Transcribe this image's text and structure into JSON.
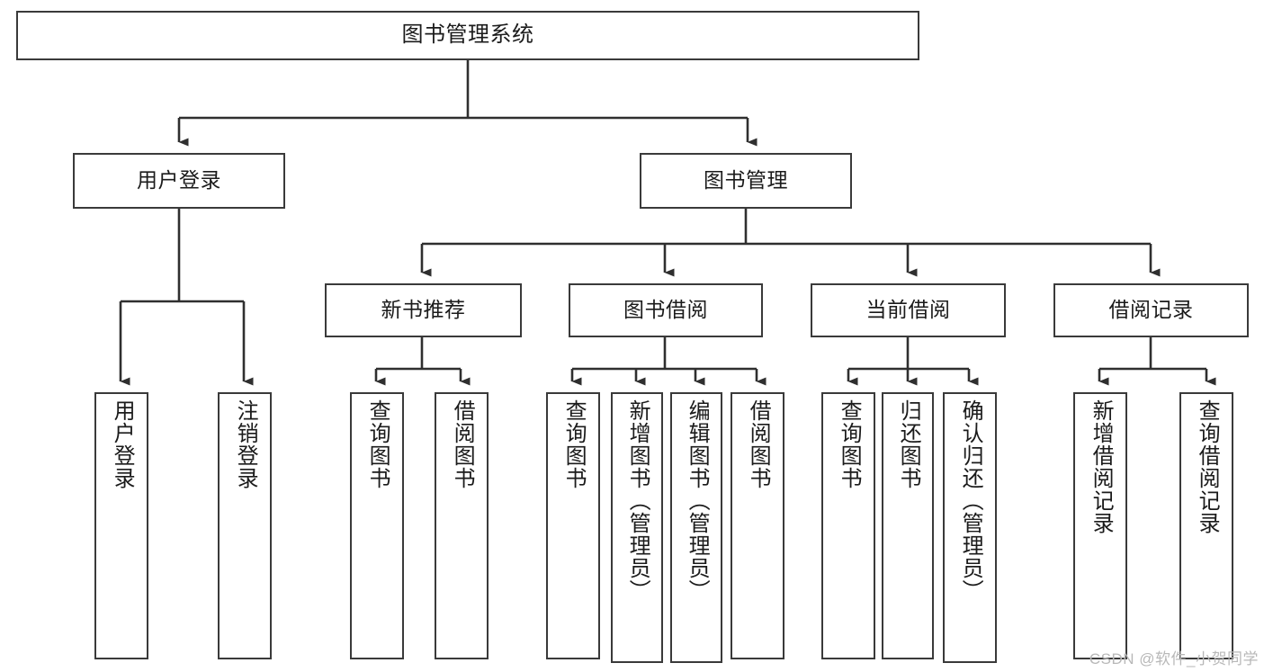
{
  "diagram": {
    "title": "图书管理系统",
    "type": "hierarchy-tree",
    "watermark": "CSDN @软件_小贺同学",
    "colors": {
      "stroke": "#3a3a3a",
      "fill": "#ffffff",
      "text": "#1b1b1b",
      "watermark": "#b8b8b8"
    },
    "nodes": {
      "root": {
        "label": "图书管理系统"
      },
      "level2": [
        {
          "label": "用户登录"
        },
        {
          "label": "图书管理"
        }
      ],
      "level3": [
        {
          "label": "新书推荐"
        },
        {
          "label": "图书借阅"
        },
        {
          "label": "当前借阅"
        },
        {
          "label": "借阅记录"
        }
      ],
      "leaves": {
        "user_login": [
          {
            "label": "用户登录"
          },
          {
            "label": "注销登录"
          }
        ],
        "new_book": [
          {
            "label": "查询图书"
          },
          {
            "label": "借阅图书"
          }
        ],
        "book_borrow": [
          {
            "label": "查询图书"
          },
          {
            "label": "新增图书（管理员）"
          },
          {
            "label": "编辑图书（管理员）"
          },
          {
            "label": "借阅图书"
          }
        ],
        "current_borrow": [
          {
            "label": "查询图书"
          },
          {
            "label": "归还图书"
          },
          {
            "label": "确认归还（管理员）"
          }
        ],
        "borrow_record": [
          {
            "label": "新增借阅记录"
          },
          {
            "label": "查询借阅记录"
          }
        ]
      }
    }
  }
}
